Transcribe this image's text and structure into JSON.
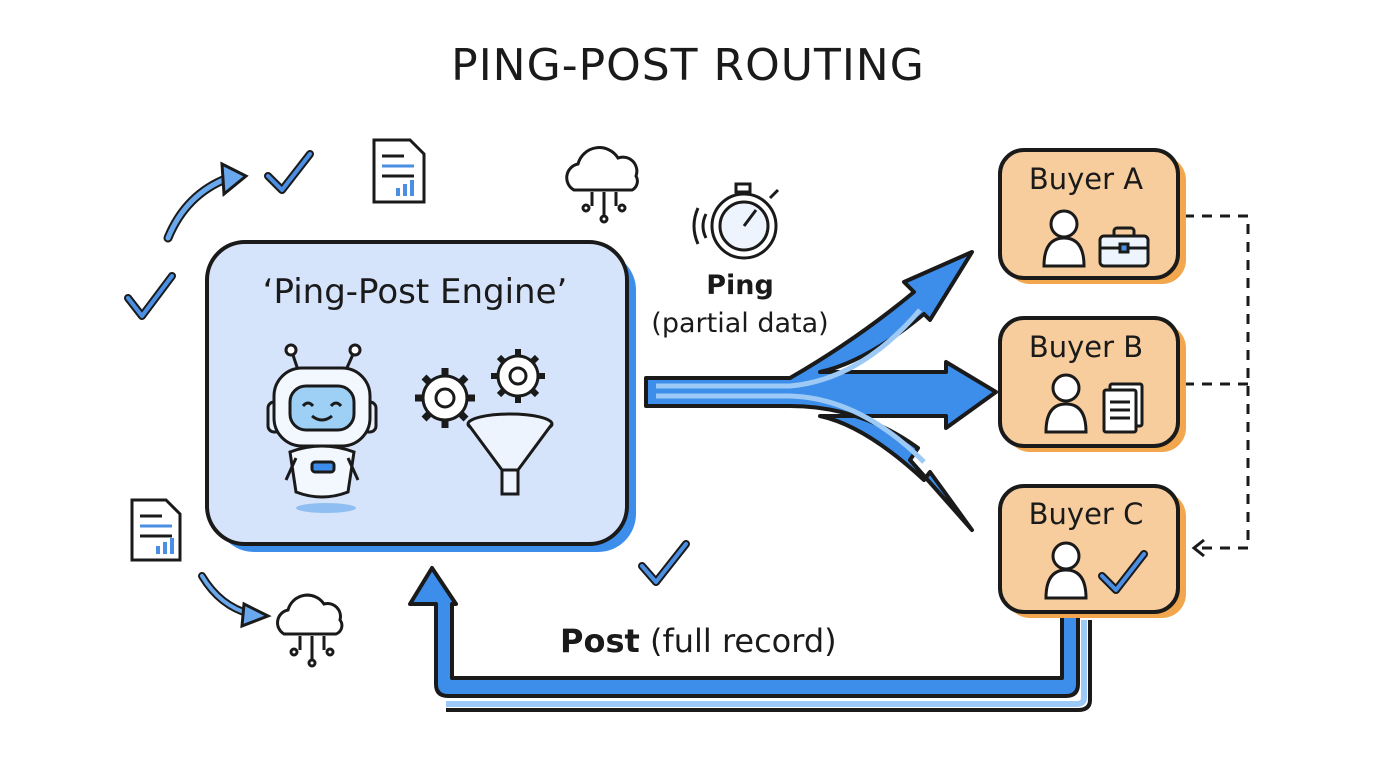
{
  "title": "PING-POST ROUTING",
  "engine": {
    "label": "‘Ping-Post Engine’"
  },
  "ping": {
    "label": "Ping",
    "sublabel": "(partial data)"
  },
  "post": {
    "label": "Post",
    "sublabel": "(full record)"
  },
  "buyers": [
    {
      "label": "Buyer A",
      "icon": "briefcase-icon"
    },
    {
      "label": "Buyer B",
      "icon": "documents-icon"
    },
    {
      "label": "Buyer C",
      "icon": "checkmark-icon"
    }
  ],
  "colors": {
    "engine_fill": "#d6e4fb",
    "engine_stroke": "#1a1a1a",
    "arrow_blue": "#3d8eea",
    "arrow_light": "#9cc9f5",
    "buyer_fill": "#f7cd9e",
    "buyer_shadow": "#f2a64e",
    "check_blue": "#3a7fd8"
  }
}
